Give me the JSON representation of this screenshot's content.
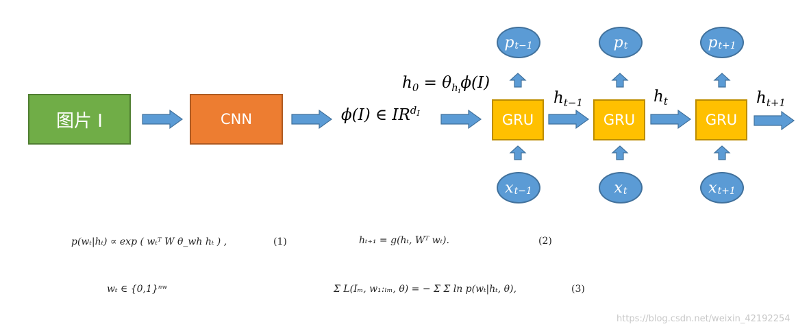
{
  "boxes": {
    "image": "图片 I",
    "cnn": "CNN",
    "gru": [
      "GRU",
      "GRU",
      "GRU"
    ]
  },
  "labels": {
    "feature": "ϕ(I) ∈ IR",
    "feature_sup": "d",
    "feature_sup_sub": "I",
    "h0_left": "h",
    "h0_sub": "0",
    "h0_mid": " = θ",
    "h0_theta_sub": "h",
    "h0_theta_subsub": "i",
    "h0_right": "ϕ(I)",
    "hidden": [
      {
        "base": "h",
        "sub": "t−1"
      },
      {
        "base": "h",
        "sub": "t"
      },
      {
        "base": "h",
        "sub": "t+1"
      }
    ]
  },
  "outputs": [
    {
      "base": "p",
      "sub": "t−1"
    },
    {
      "base": "p",
      "sub": "t"
    },
    {
      "base": "p",
      "sub": "t+1"
    }
  ],
  "inputs": [
    {
      "base": "x",
      "sub": "t−1"
    },
    {
      "base": "x",
      "sub": "t"
    },
    {
      "base": "x",
      "sub": "t+1"
    }
  ],
  "equations": {
    "eq1": "p(wₜ|hₜ) ∝ exp ( wₜᵀ W θ_wh hₜ ) ,",
    "eq1_num": "(1)",
    "eq2": "hₜ₊₁ = g(hₜ, Wᵀ wₜ).",
    "eq2_num": "(2)",
    "eq_w": "wₜ ∈ {0,1}ⁿʷ",
    "eq3": "Σ L(Iₘ, w₁:ₗₘ, θ) = − Σ Σ ln p(wₜ|hₜ, θ),",
    "eq3_num": "(3)"
  },
  "watermark": "https://blog.csdn.net/weixin_42192254",
  "colors": {
    "image_box": "#70ad47",
    "cnn_box": "#ed7d31",
    "gru_box": "#ffc000",
    "node": "#5b9bd5",
    "arrow": "#5b9bd5"
  }
}
